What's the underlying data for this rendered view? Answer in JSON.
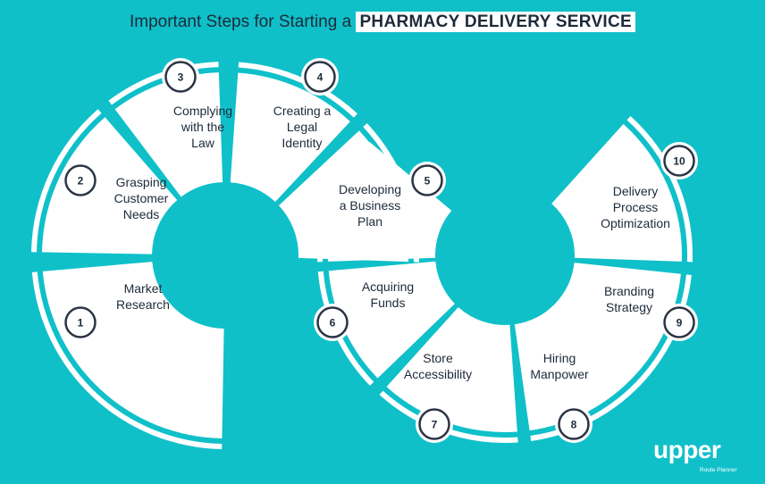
{
  "title": {
    "prefix": "Important Steps for Starting a ",
    "highlight": "PHARMACY DELIVERY SERVICE"
  },
  "steps": [
    {
      "number": "1",
      "lines": [
        "Market",
        "Research"
      ]
    },
    {
      "number": "2",
      "lines": [
        "Grasping",
        "Customer",
        "Needs"
      ]
    },
    {
      "number": "3",
      "lines": [
        "Complying",
        "with the",
        "Law"
      ]
    },
    {
      "number": "4",
      "lines": [
        "Creating a",
        "Legal",
        "Identity"
      ]
    },
    {
      "number": "5",
      "lines": [
        "Developing",
        "a Business",
        "Plan"
      ]
    },
    {
      "number": "6",
      "lines": [
        "Acquiring",
        "Funds"
      ]
    },
    {
      "number": "7",
      "lines": [
        "Store",
        "Accessibility"
      ]
    },
    {
      "number": "8",
      "lines": [
        "Hiring",
        "Manpower"
      ]
    },
    {
      "number": "9",
      "lines": [
        "Branding",
        "Strategy"
      ]
    },
    {
      "number": "10",
      "lines": [
        "Delivery",
        "Process",
        "Optimization"
      ]
    }
  ],
  "logo": {
    "word": "upper",
    "tagline": "Route Planner"
  },
  "colors": {
    "background": "#0fc0c9",
    "segment": "#ffffff",
    "text": "#1d2a3a",
    "badge_fill": "#ffffff",
    "badge_ring": "#2b3444"
  }
}
